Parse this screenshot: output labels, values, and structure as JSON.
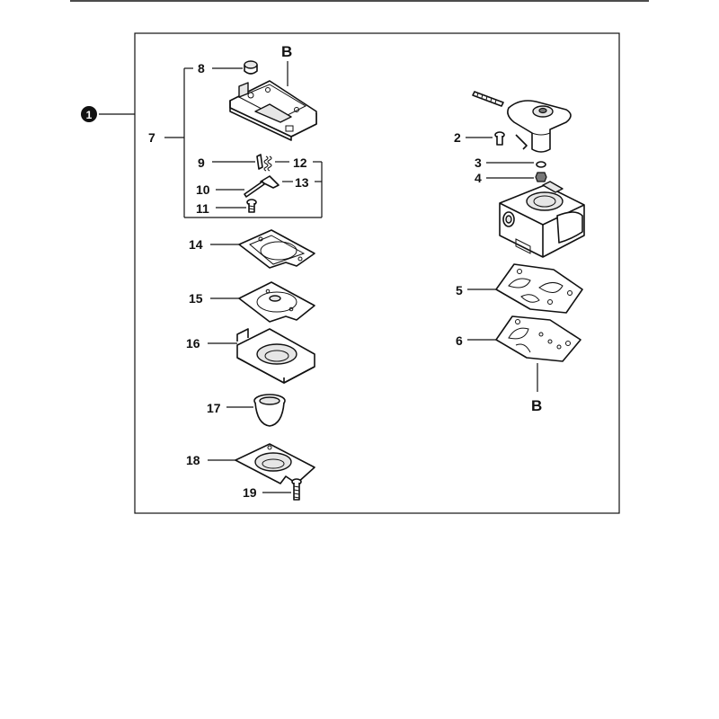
{
  "assembly": {
    "number": "1",
    "marker_color": "#111111"
  },
  "view_refs": {
    "top": "B",
    "bottom": "B"
  },
  "parts": {
    "p2": "2",
    "p3": "3",
    "p4": "4",
    "p5": "5",
    "p6": "6",
    "p7": "7",
    "p8": "8",
    "p9": "9",
    "p10": "10",
    "p11": "11",
    "p12": "12",
    "p13": "13",
    "p14": "14",
    "p15": "15",
    "p16": "16",
    "p17": "17",
    "p18": "18",
    "p19": "19"
  }
}
